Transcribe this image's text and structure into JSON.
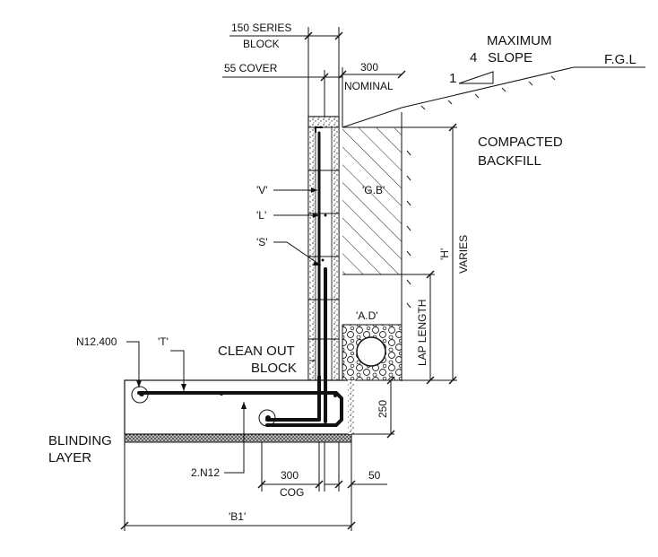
{
  "labels": {
    "series_block_1": "150 SERIES",
    "series_block_2": "BLOCK",
    "cover": "55 COVER",
    "nominal_value": "300",
    "nominal_text": "NOMINAL",
    "max_slope_1": "MAXIMUM",
    "max_slope_2": "SLOPE",
    "slope_run": "4",
    "slope_rise": "1",
    "fgl": "F.G.L",
    "compacted_1": "COMPACTED",
    "compacted_2": "BACKFILL",
    "gb": "'G.B'",
    "v": "'V'",
    "l": "'L'",
    "s": "'S'",
    "h": "'H'",
    "varies": "VARIES",
    "ad": "'A.D'",
    "lap_length": "LAP LENGTH",
    "n12_400": "N12.400",
    "t": "'T'",
    "clean_out_1": "CLEAN OUT",
    "clean_out_2": "BLOCK",
    "footing_depth": "250",
    "blinding_1": "BLINDING",
    "blinding_2": "LAYER",
    "n12_2": "2.N12",
    "cog_value": "300",
    "cog_text": "COG",
    "toe_50": "50",
    "b1": "'B1'"
  }
}
